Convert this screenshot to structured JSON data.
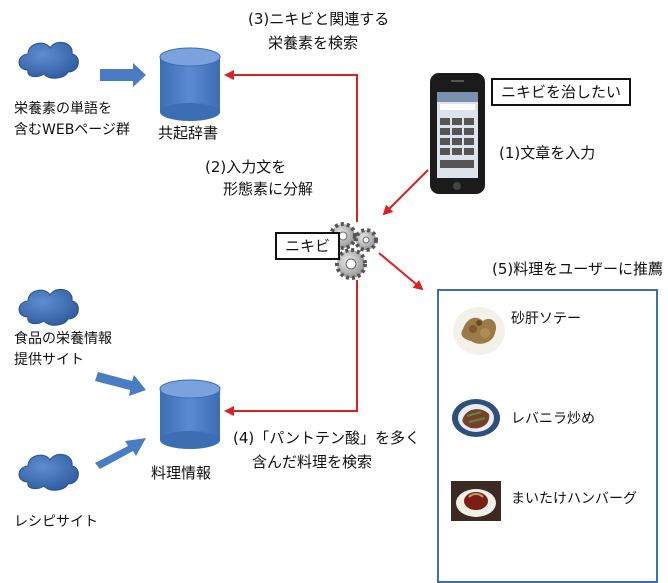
{
  "steps": {
    "step3_line1": "(3)ニキビと関連する",
    "step3_line2": "栄養素を検索",
    "step2_line1": "(2)入力文を",
    "step2_line2": "形態素に分解",
    "step1": "(1)文章を入力",
    "step4_line1": "(4)「パントテン酸」を多く",
    "step4_line2": "含んだ料理を検索",
    "step5": "(5)料理をユーザーに推薦"
  },
  "sources": {
    "web_line1": "栄養素の単語を",
    "web_line2": "含むWEBページ群",
    "food_line1": "食品の栄養情報",
    "food_line2": "提供サイト",
    "recipe": "レシピサイト"
  },
  "databases": {
    "cooccurrence": "共起辞書",
    "cuisine": "料理情報"
  },
  "user_input": "ニキビを治したい",
  "morpheme": "ニキビ",
  "recommendations": [
    {
      "name": "砂肝ソテー"
    },
    {
      "name": "レバニラ炒め"
    },
    {
      "name": "まいたけハンバーグ"
    }
  ],
  "colors": {
    "cloud": "#3c6bb0",
    "cylinder": "#4a7cc4",
    "arrow_blue": "#4a7cc4",
    "arrow_red": "#e02020",
    "panel_border": "#3f6fb0"
  }
}
